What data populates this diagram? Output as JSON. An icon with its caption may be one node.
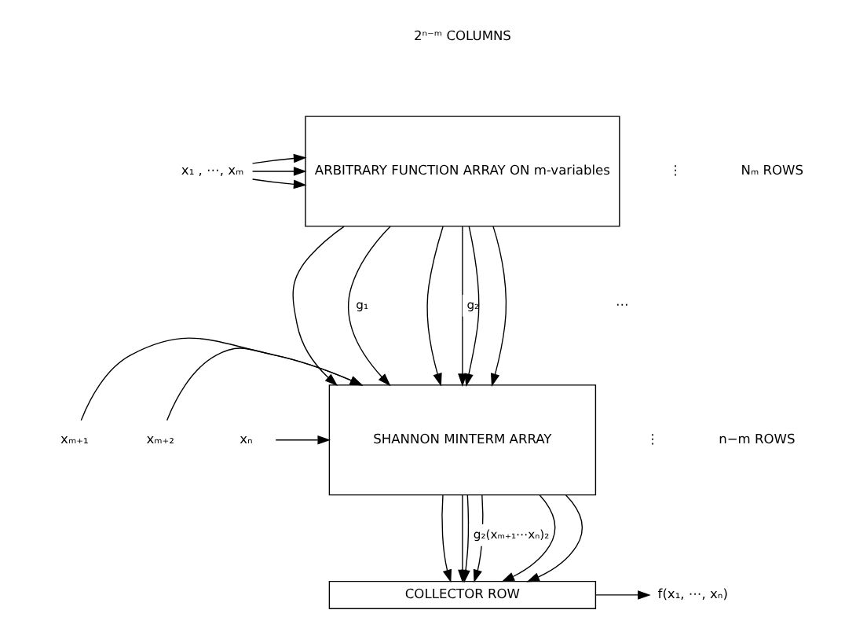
{
  "diagram": {
    "nodes": [
      {
        "text": [
          "ARBITRARY FUNCTION ARRAY ON m-variables"
        ]
      },
      {
        "text": [
          "SHANNON MINTERM ARRAY"
        ]
      },
      {
        "text": [
          "COLLECTOR ROW"
        ]
      },
      {
        "text": [
          "x₁ , ⋯, xₘ"
        ]
      },
      {
        "text": [
          "xₘ₊₁"
        ]
      },
      {
        "text": [
          "xₘ₊₂"
        ]
      },
      {
        "text": [
          "xₙ"
        ]
      },
      {
        "text": [
          "f(x₁, ⋯, xₙ)"
        ]
      }
    ],
    "edges": [
      {
        "from": 3,
        "to": 0,
        "arrow": "to"
      },
      {
        "from": 3,
        "to": 0,
        "arrow": "to"
      },
      {
        "from": 3,
        "to": 0,
        "arrow": "to"
      },
      {
        "from": 0,
        "to": 1,
        "arrow": "to"
      },
      {
        "from": 0,
        "to": 1,
        "arrow": "to",
        "label": "g₁"
      },
      {
        "from": 0,
        "to": 1,
        "arrow": "to"
      },
      {
        "from": 0,
        "to": 1,
        "arrow": "to",
        "label": "g₂"
      },
      {
        "from": 0,
        "to": 1,
        "arrow": "to"
      },
      {
        "from": 0,
        "to": 1,
        "arrow": "to"
      },
      {
        "from": 4,
        "to": 1,
        "arrow": "to"
      },
      {
        "from": 5,
        "to": 1,
        "arrow": "to"
      },
      {
        "from": 6,
        "to": 1,
        "arrow": "to"
      },
      {
        "from": 1,
        "to": 2,
        "arrow": "to"
      },
      {
        "from": 1,
        "to": 2,
        "arrow": "to"
      },
      {
        "from": 1,
        "to": 2,
        "arrow": "to"
      },
      {
        "from": 1,
        "to": 2,
        "arrow": "to",
        "label": "g₂(xₘ₊₁⋯xₙ)₂"
      },
      {
        "from": 1,
        "to": 2,
        "arrow": "to"
      },
      {
        "from": 1,
        "to": 2,
        "arrow": "to"
      },
      {
        "from": 2,
        "to": 7,
        "arrow": "to"
      }
    ],
    "labels": [
      "2ⁿ⁻ᵐ COLUMNS",
      "⋮",
      "Nₘ ROWS",
      "⋯",
      "⋮",
      "n−m ROWS"
    ]
  }
}
